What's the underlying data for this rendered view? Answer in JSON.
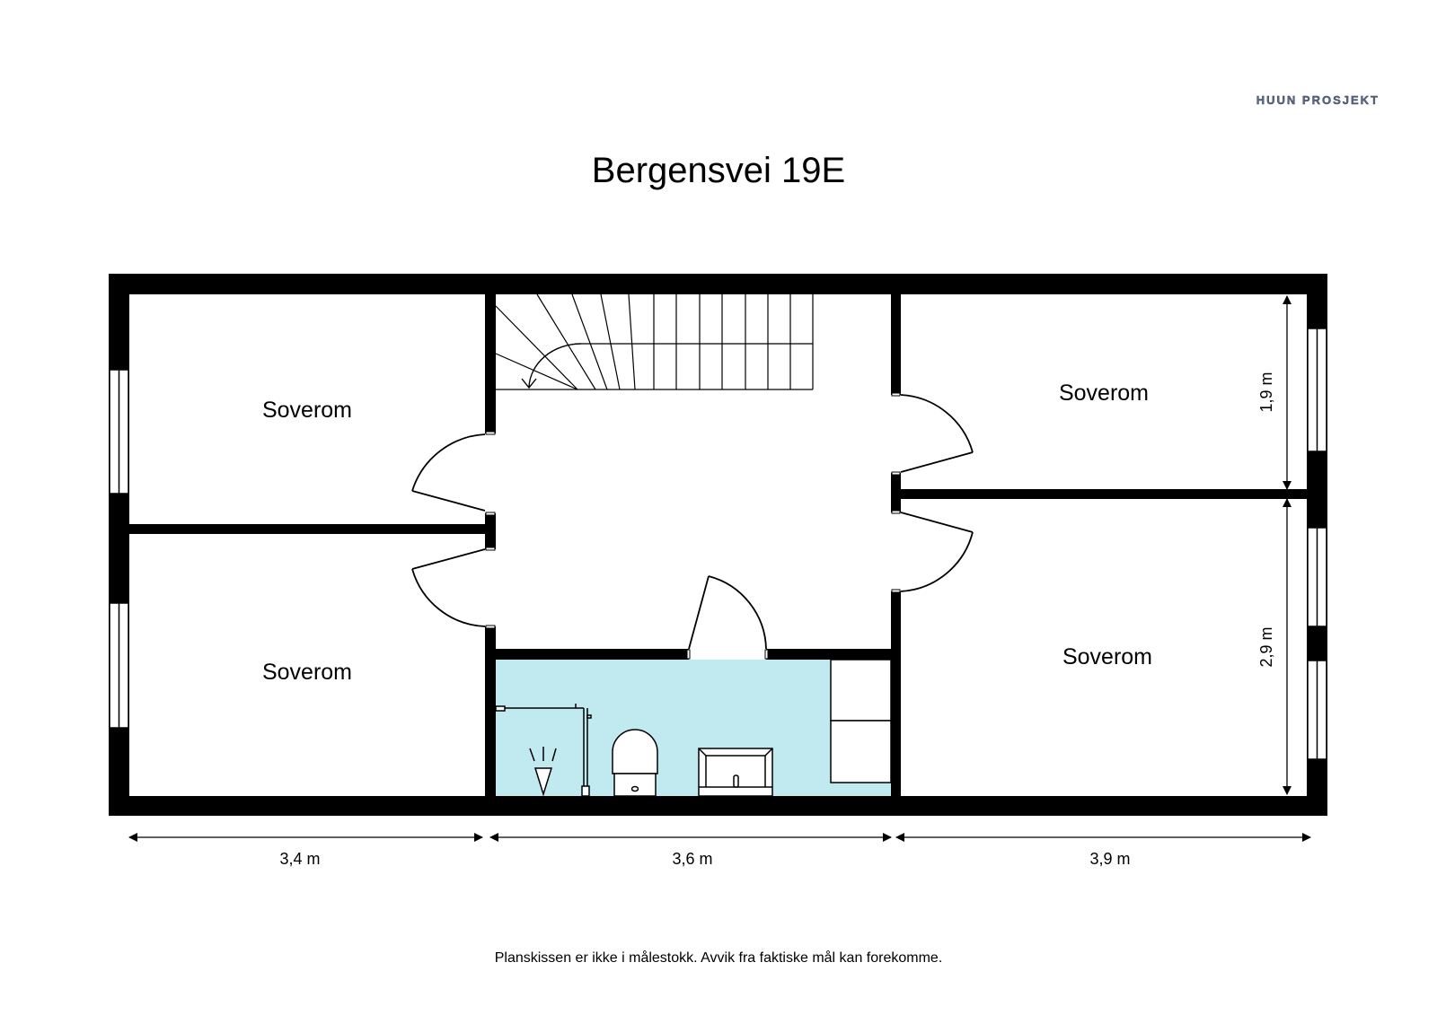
{
  "header": {
    "logo": "HUUN PROSJEKT",
    "title": "Bergensvei 19E"
  },
  "rooms": [
    {
      "label": "Soverom",
      "position": "top-left"
    },
    {
      "label": "Soverom",
      "position": "bottom-left"
    },
    {
      "label": "Soverom",
      "position": "top-right"
    },
    {
      "label": "Soverom",
      "position": "bottom-right"
    }
  ],
  "dimensions": {
    "width_left": "3,4 m",
    "width_middle": "3,6 m",
    "width_right": "3,9 m",
    "height_top_right": "1,9 m",
    "height_bottom_right": "2,9 m"
  },
  "colors": {
    "wall": "#000000",
    "bathroom_floor": "#c0eaf0",
    "logo": "#5d6b86"
  },
  "footer": {
    "disclaimer": "Planskissen er ikke i målestokk. Avvik fra faktiske mål kan forekomme."
  }
}
